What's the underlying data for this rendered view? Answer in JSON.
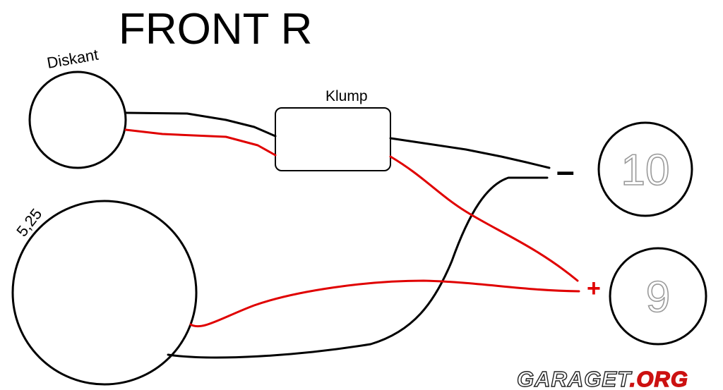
{
  "title": "FRONT R",
  "labels": {
    "tweeter": "Diskant",
    "woofer": "5,25",
    "box": "Klump",
    "negative": "–",
    "positive": "+"
  },
  "terminals": {
    "top": "10",
    "bottom": "9"
  },
  "watermark": {
    "main": "GARAGET",
    "suffix": ".ORG"
  },
  "colors": {
    "wire_negative": "#000000",
    "wire_positive": "#e00000",
    "watermark_suffix": "#cc1111"
  }
}
